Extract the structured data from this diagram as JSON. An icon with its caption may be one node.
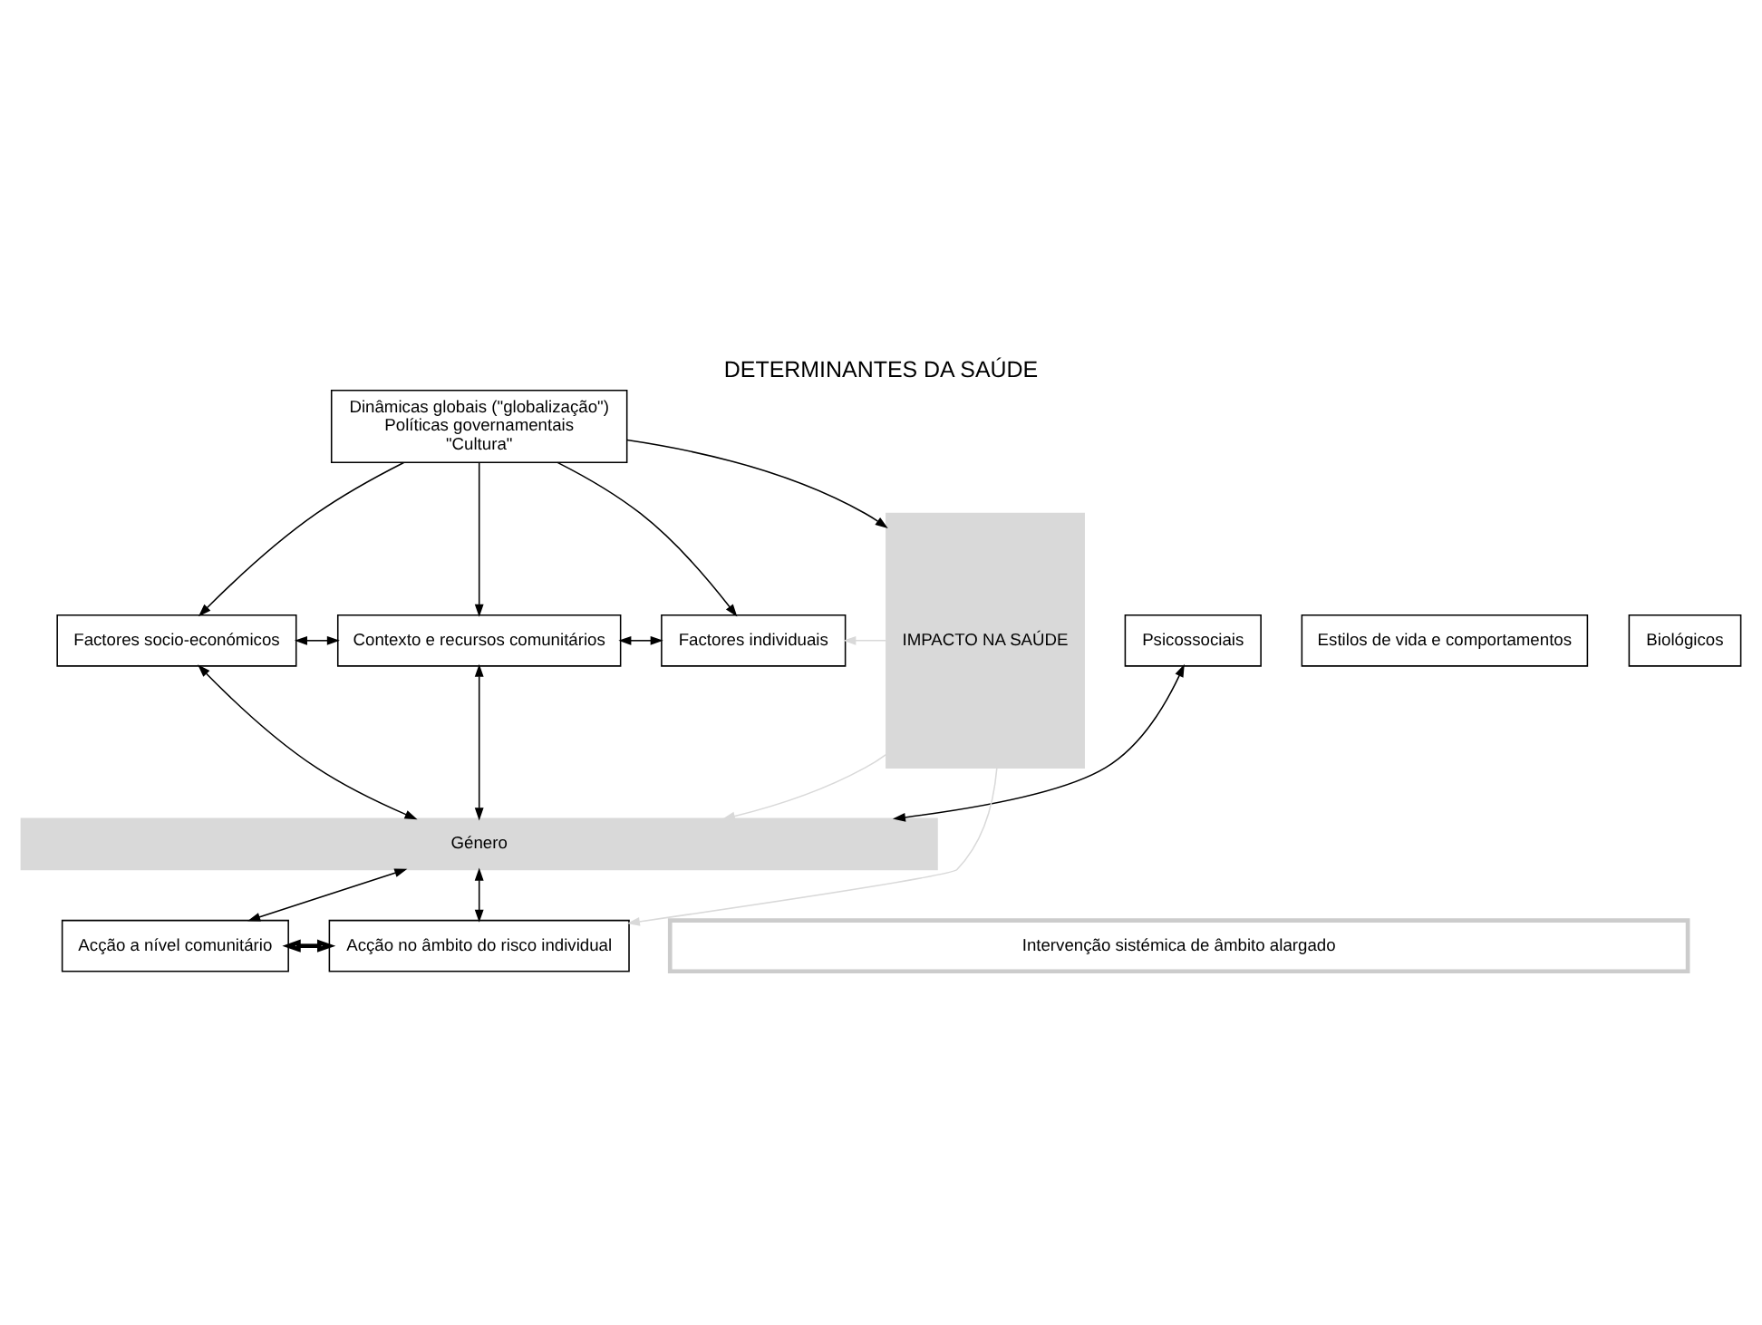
{
  "diagram": {
    "title": "DETERMINANTES DA SAÚDE",
    "nodes": [
      {
        "text": [
          "Dinâmicas globais (\"globalização\")",
          "Políticas governamentais",
          "\"Cultura\""
        ]
      },
      {
        "text": [
          "Factores socio-económicos"
        ]
      },
      {
        "text": [
          "Contexto e recursos comunitários"
        ]
      },
      {
        "text": [
          "Factores individuais"
        ]
      },
      {
        "text": [
          "Estilos de vida e comportamentos"
        ]
      },
      {
        "text": [
          "Psicossociais"
        ]
      },
      {
        "text": [
          "Biológicos"
        ]
      },
      {
        "text": [
          "IMPACTO NA SAÚDE"
        ]
      },
      {
        "text": [
          "Género"
        ]
      },
      {
        "text": [
          "Acção a nível comunitário"
        ]
      },
      {
        "text": [
          "Acção no âmbito do risco individual"
        ]
      },
      {
        "text": [
          "Intervenção sistémica de âmbito alargado"
        ]
      }
    ],
    "edges": [
      {
        "from": 0,
        "to": 1,
        "arrow": "to"
      },
      {
        "from": 0,
        "to": 2,
        "arrow": "to"
      },
      {
        "from": 0,
        "to": 3,
        "arrow": "to"
      },
      {
        "from": 0,
        "to": 7,
        "arrow": "to"
      },
      {
        "from": 1,
        "to": 2,
        "arrow": "both"
      },
      {
        "from": 2,
        "to": 3,
        "arrow": "both"
      },
      {
        "from": 1,
        "to": 8,
        "arrow": "both"
      },
      {
        "from": 2,
        "to": 8,
        "arrow": "both"
      },
      {
        "from": 5,
        "to": 8,
        "arrow": "both"
      },
      {
        "from": 8,
        "to": 9,
        "arrow": "both"
      },
      {
        "from": 8,
        "to": 10,
        "arrow": "both"
      },
      {
        "from": 9,
        "to": 10,
        "arrow": "both",
        "style": "thick"
      },
      {
        "from": 7,
        "to": 3,
        "arrow": "to",
        "color": "#d9d9d9"
      },
      {
        "from": 7,
        "to": 8,
        "arrow": "to",
        "color": "#d9d9d9"
      },
      {
        "from": 7,
        "to": 10,
        "arrow": "to",
        "color": "#d9d9d9"
      }
    ]
  }
}
